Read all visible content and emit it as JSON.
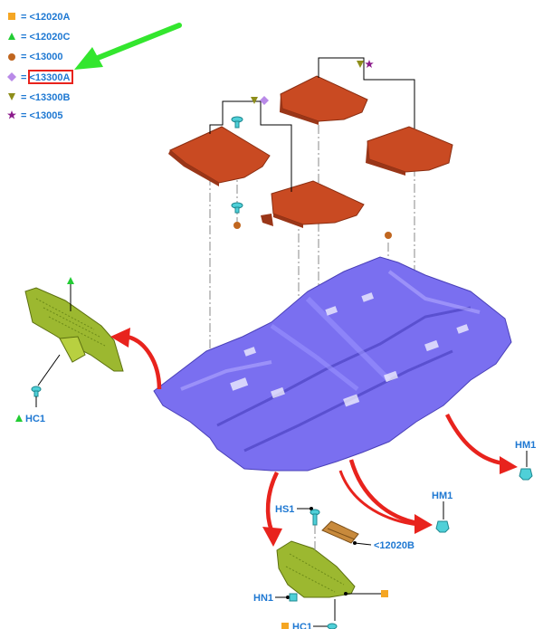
{
  "legend": [
    {
      "symbol": "square",
      "color": "#f5a623",
      "icon": "orange-square-icon",
      "label": "= <12020A"
    },
    {
      "symbol": "triangle",
      "color": "#22cc33",
      "icon": "green-triangle-icon",
      "label": "= <12020C"
    },
    {
      "symbol": "circle",
      "color": "#c0661f",
      "icon": "brown-circle-icon",
      "label": "= <13000"
    },
    {
      "symbol": "diamond",
      "color": "#b98ae8",
      "icon": "purple-diamond-icon",
      "label": "= <13300A",
      "highlighted": true
    },
    {
      "symbol": "triangle-down",
      "color": "#8e8e1a",
      "icon": "olive-triangle-down-icon",
      "label": "= <13300B"
    },
    {
      "symbol": "star",
      "color": "#8b1a8b",
      "icon": "purple-star-icon",
      "label": "= <13005"
    }
  ],
  "callouts": {
    "hc1_left": "HC1",
    "hm1_right": "HM1",
    "hm1_center": "HM1",
    "hs1": "HS1",
    "part_12020b": "<12020B",
    "hn1": "HN1",
    "hc1_bottom": "HC1"
  },
  "colors": {
    "carpet": "#7a6ff0",
    "mat": "#c94a22",
    "insulator": "#9cb830",
    "arrow_red": "#e8231d",
    "arrow_green": "#33e62e",
    "highlight_box": "#e8231d",
    "fastener": "#4fd0d8",
    "label_blue": "#1e78d2"
  }
}
